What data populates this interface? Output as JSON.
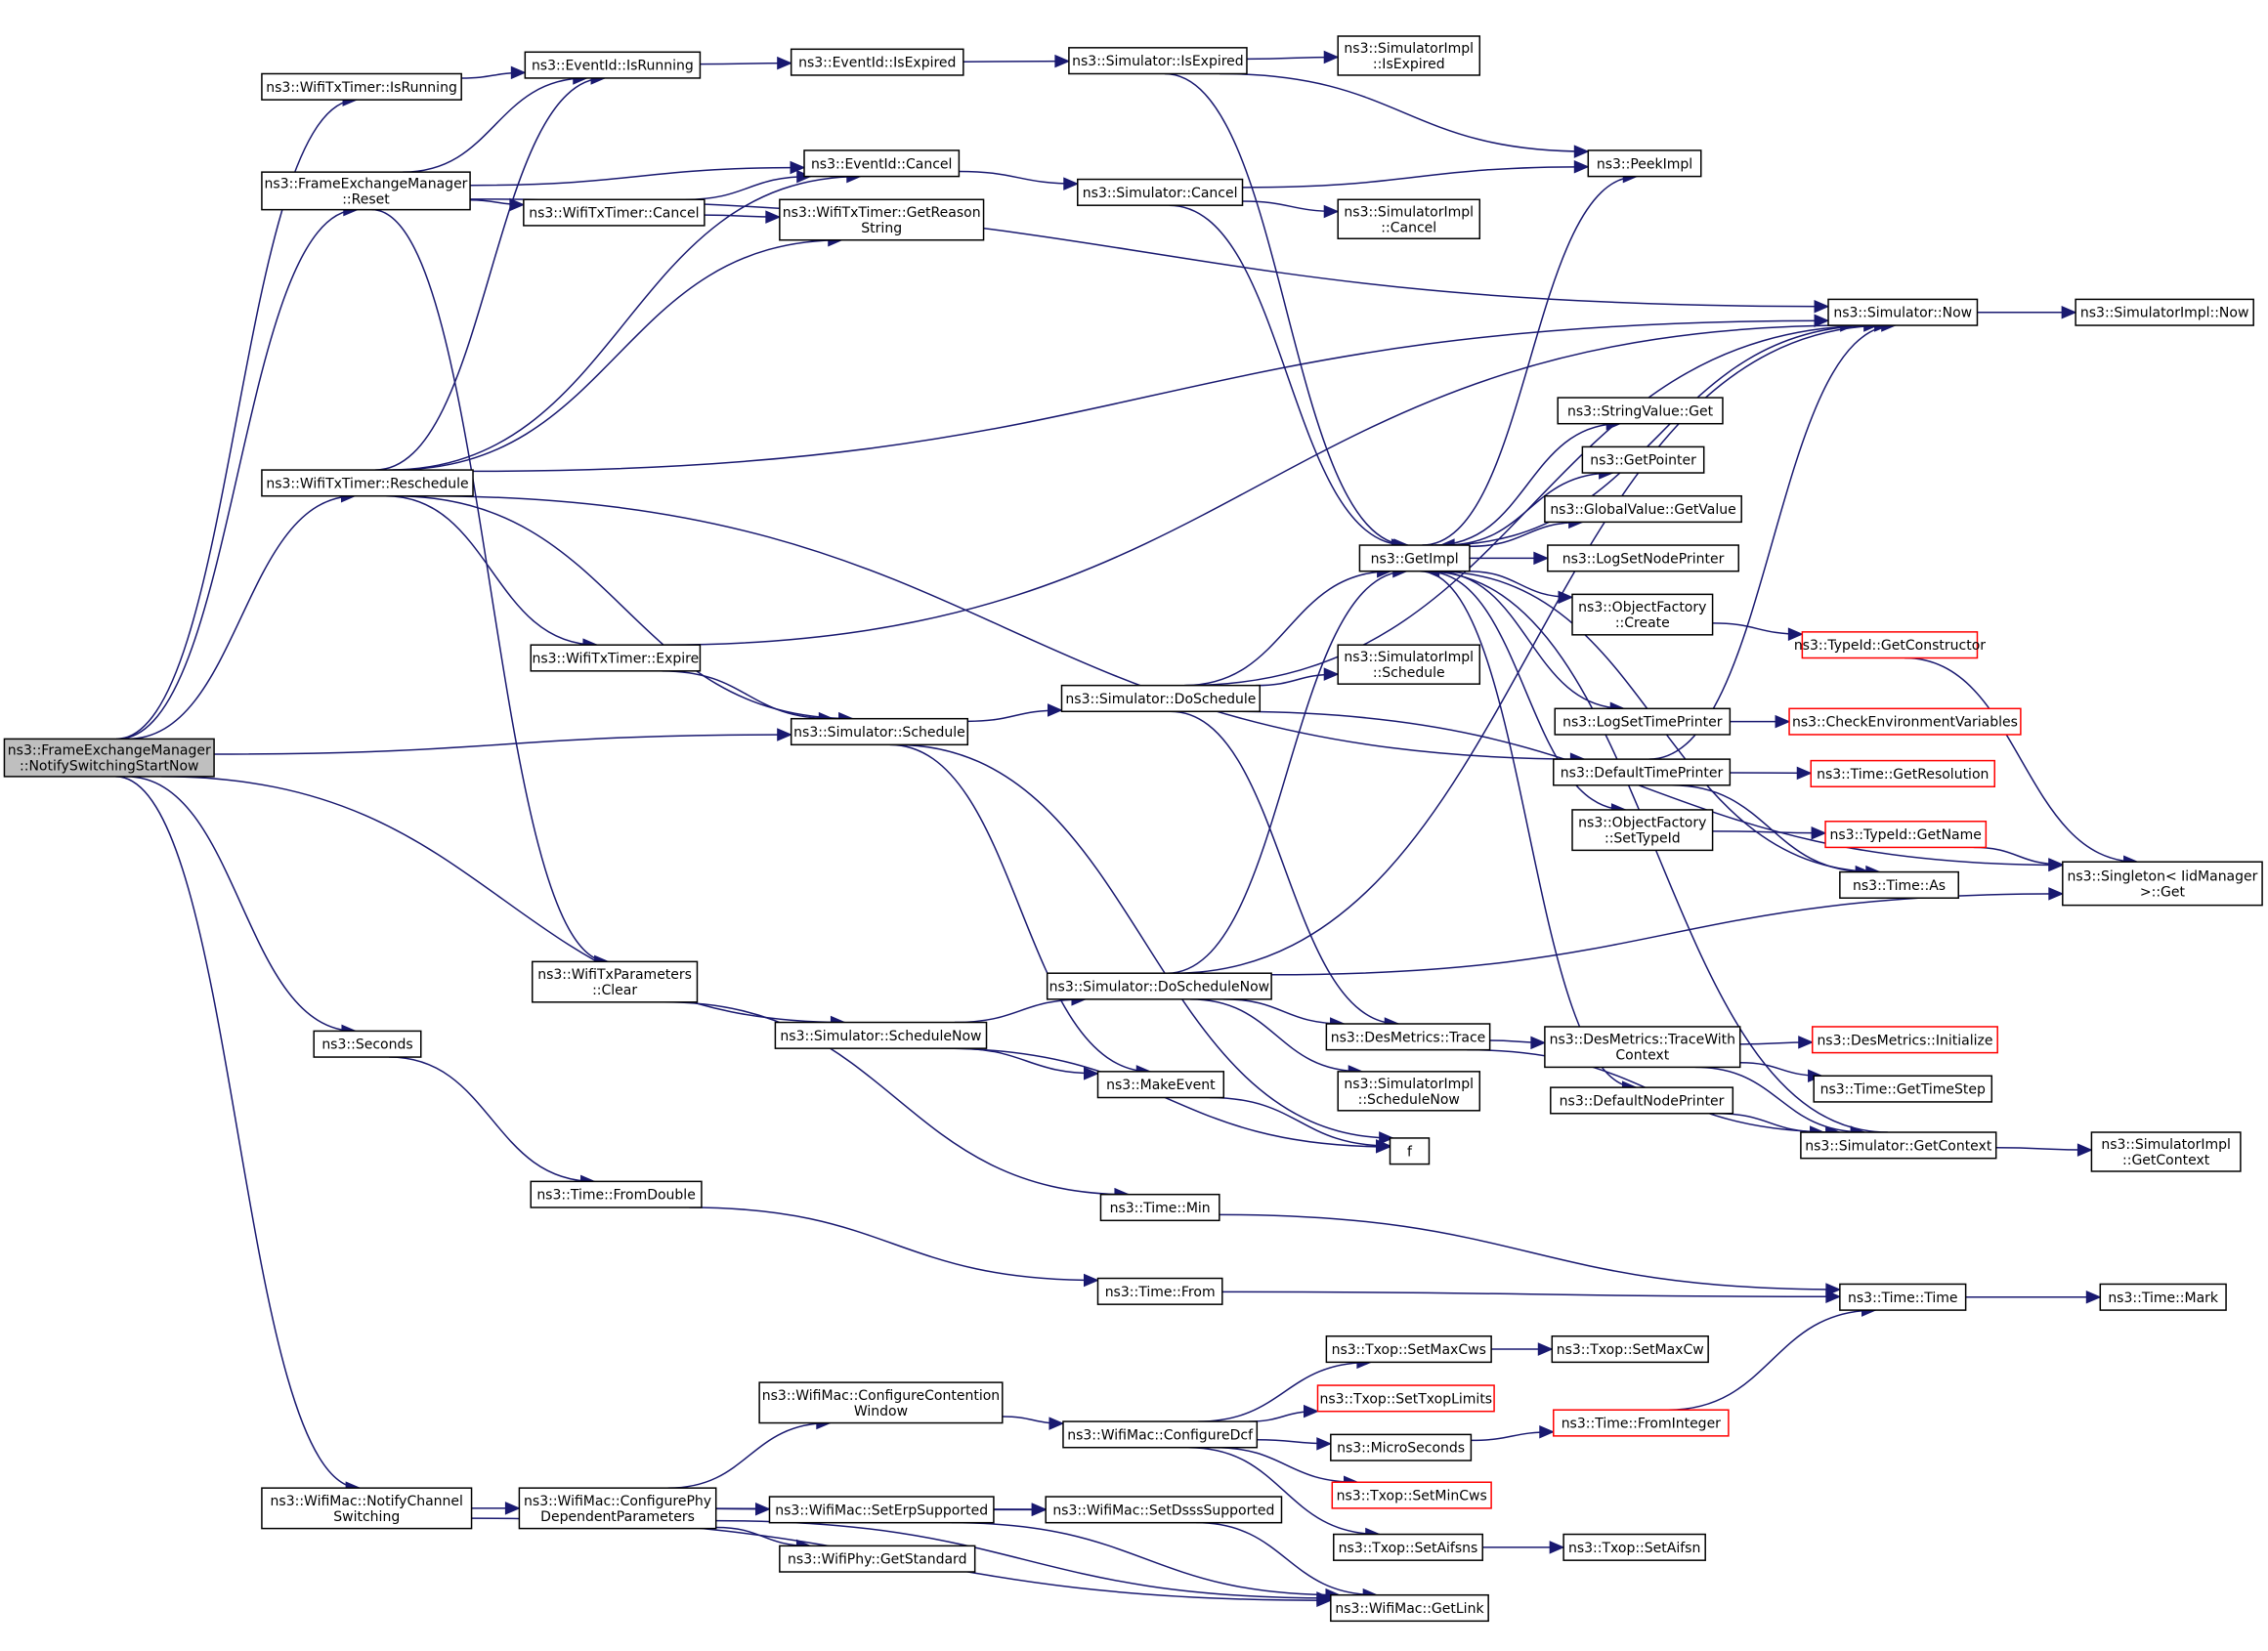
{
  "title": "Call graph of ns3::FrameExchangeManager::NotifySwitchingStartNow",
  "colors": {
    "edge": "#191970",
    "root_fill": "#bfbfbf",
    "truncated_border": "#ff0000",
    "node_border": "#000000"
  },
  "nodes": [
    {
      "id": "root",
      "lines": [
        "ns3::FrameExchangeManager",
        "::NotifySwitchingStartNow"
      ],
      "kind": "root"
    },
    {
      "id": "txIsRunning",
      "lines": [
        "ns3::WifiTxTimer::IsRunning"
      ]
    },
    {
      "id": "fxReset",
      "lines": [
        "ns3::FrameExchangeManager",
        "::Reset"
      ]
    },
    {
      "id": "evIsRunning",
      "lines": [
        "ns3::EventId::IsRunning"
      ]
    },
    {
      "id": "evIsExpired",
      "lines": [
        "ns3::EventId::IsExpired"
      ]
    },
    {
      "id": "simIsExpired",
      "lines": [
        "ns3::Simulator::IsExpired"
      ]
    },
    {
      "id": "implIsExpired",
      "lines": [
        "ns3::SimulatorImpl",
        "::IsExpired"
      ]
    },
    {
      "id": "evCancel",
      "lines": [
        "ns3::EventId::Cancel"
      ]
    },
    {
      "id": "txCancel",
      "lines": [
        "ns3::WifiTxTimer::Cancel"
      ]
    },
    {
      "id": "txReason",
      "lines": [
        "ns3::WifiTxTimer::GetReason",
        "String"
      ]
    },
    {
      "id": "simCancel",
      "lines": [
        "ns3::Simulator::Cancel"
      ]
    },
    {
      "id": "peekImpl",
      "lines": [
        "ns3::PeekImpl"
      ]
    },
    {
      "id": "implCancel",
      "lines": [
        "ns3::SimulatorImpl",
        "::Cancel"
      ]
    },
    {
      "id": "simNow",
      "lines": [
        "ns3::Simulator::Now"
      ]
    },
    {
      "id": "implNow",
      "lines": [
        "ns3::SimulatorImpl::Now"
      ]
    },
    {
      "id": "txReschedule",
      "lines": [
        "ns3::WifiTxTimer::Reschedule"
      ]
    },
    {
      "id": "strGet",
      "lines": [
        "ns3::StringValue::Get"
      ]
    },
    {
      "id": "getPointer",
      "lines": [
        "ns3::GetPointer"
      ]
    },
    {
      "id": "gvGetValue",
      "lines": [
        "ns3::GlobalValue::GetValue"
      ]
    },
    {
      "id": "getImpl",
      "lines": [
        "ns3::GetImpl"
      ]
    },
    {
      "id": "logNode",
      "lines": [
        "ns3::LogSetNodePrinter"
      ]
    },
    {
      "id": "ofCreate",
      "lines": [
        "ns3::ObjectFactory",
        "::Create"
      ]
    },
    {
      "id": "getCtor",
      "lines": [
        "ns3::TypeId::GetConstructor"
      ],
      "kind": "red"
    },
    {
      "id": "txExpire",
      "lines": [
        "ns3::WifiTxTimer::Expire"
      ]
    },
    {
      "id": "simDoSchedule",
      "lines": [
        "ns3::Simulator::DoSchedule"
      ]
    },
    {
      "id": "implSchedule",
      "lines": [
        "ns3::SimulatorImpl",
        "::Schedule"
      ]
    },
    {
      "id": "logTime",
      "lines": [
        "ns3::LogSetTimePrinter"
      ]
    },
    {
      "id": "checkEnv",
      "lines": [
        "ns3::CheckEnvironmentVariables"
      ],
      "kind": "red"
    },
    {
      "id": "simSchedule",
      "lines": [
        "ns3::Simulator::Schedule"
      ]
    },
    {
      "id": "defTime",
      "lines": [
        "ns3::DefaultTimePrinter"
      ]
    },
    {
      "id": "getRes",
      "lines": [
        "ns3::Time::GetResolution"
      ],
      "kind": "red"
    },
    {
      "id": "ofSetType",
      "lines": [
        "ns3::ObjectFactory",
        "::SetTypeId"
      ]
    },
    {
      "id": "getName",
      "lines": [
        "ns3::TypeId::GetName"
      ],
      "kind": "red"
    },
    {
      "id": "timeAs",
      "lines": [
        "ns3::Time::As"
      ]
    },
    {
      "id": "singleton",
      "lines": [
        "ns3::Singleton< IidManager",
        ">::Get"
      ]
    },
    {
      "id": "txParamsClear",
      "lines": [
        "ns3::WifiTxParameters",
        "::Clear"
      ]
    },
    {
      "id": "simDoScheduleNow",
      "lines": [
        "ns3::Simulator::DoScheduleNow"
      ]
    },
    {
      "id": "simScheduleNow",
      "lines": [
        "ns3::Simulator::ScheduleNow"
      ]
    },
    {
      "id": "desTrace",
      "lines": [
        "ns3::DesMetrics::Trace"
      ]
    },
    {
      "id": "desTraceCtx",
      "lines": [
        "ns3::DesMetrics::TraceWith",
        "Context"
      ]
    },
    {
      "id": "desInit",
      "lines": [
        "ns3::DesMetrics::Initialize"
      ],
      "kind": "red"
    },
    {
      "id": "seconds",
      "lines": [
        "ns3::Seconds"
      ]
    },
    {
      "id": "makeEvent",
      "lines": [
        "ns3::MakeEvent"
      ]
    },
    {
      "id": "implScheduleNow",
      "lines": [
        "ns3::SimulatorImpl",
        "::ScheduleNow"
      ]
    },
    {
      "id": "getTimeStep",
      "lines": [
        "ns3::Time::GetTimeStep"
      ]
    },
    {
      "id": "defNode",
      "lines": [
        "ns3::DefaultNodePrinter"
      ]
    },
    {
      "id": "f",
      "lines": [
        "f"
      ]
    },
    {
      "id": "simGetContext",
      "lines": [
        "ns3::Simulator::GetContext"
      ]
    },
    {
      "id": "implGetContext",
      "lines": [
        "ns3::SimulatorImpl",
        "::GetContext"
      ]
    },
    {
      "id": "fromDouble",
      "lines": [
        "ns3::Time::FromDouble"
      ]
    },
    {
      "id": "timeMin",
      "lines": [
        "ns3::Time::Min"
      ]
    },
    {
      "id": "timeFrom",
      "lines": [
        "ns3::Time::From"
      ]
    },
    {
      "id": "timeTime",
      "lines": [
        "ns3::Time::Time"
      ]
    },
    {
      "id": "timeMark",
      "lines": [
        "ns3::Time::Mark"
      ]
    },
    {
      "id": "setMaxCws",
      "lines": [
        "ns3::Txop::SetMaxCws"
      ]
    },
    {
      "id": "setMaxCw",
      "lines": [
        "ns3::Txop::SetMaxCw"
      ]
    },
    {
      "id": "cfgCW",
      "lines": [
        "ns3::WifiMac::ConfigureContention",
        "Window"
      ]
    },
    {
      "id": "setTxopLimits",
      "lines": [
        "ns3::Txop::SetTxopLimits"
      ],
      "kind": "red"
    },
    {
      "id": "cfgDcf",
      "lines": [
        "ns3::WifiMac::ConfigureDcf"
      ]
    },
    {
      "id": "microSeconds",
      "lines": [
        "ns3::MicroSeconds"
      ]
    },
    {
      "id": "fromInteger",
      "lines": [
        "ns3::Time::FromInteger"
      ],
      "kind": "red"
    },
    {
      "id": "setMinCws",
      "lines": [
        "ns3::Txop::SetMinCws"
      ],
      "kind": "red"
    },
    {
      "id": "notifyCh",
      "lines": [
        "ns3::WifiMac::NotifyChannel",
        "Switching"
      ]
    },
    {
      "id": "cfgPhy",
      "lines": [
        "ns3::WifiMac::ConfigurePhy",
        "DependentParameters"
      ]
    },
    {
      "id": "setErp",
      "lines": [
        "ns3::WifiMac::SetErpSupported"
      ]
    },
    {
      "id": "setDsss",
      "lines": [
        "ns3::WifiMac::SetDsssSupported"
      ]
    },
    {
      "id": "getStandard",
      "lines": [
        "ns3::WifiPhy::GetStandard"
      ]
    },
    {
      "id": "setAifsns",
      "lines": [
        "ns3::Txop::SetAifsns"
      ]
    },
    {
      "id": "setAifsn",
      "lines": [
        "ns3::Txop::SetAifsn"
      ]
    },
    {
      "id": "getLink",
      "lines": [
        "ns3::WifiMac::GetLink"
      ]
    }
  ],
  "edges": [
    [
      "root",
      "txIsRunning"
    ],
    [
      "root",
      "fxReset"
    ],
    [
      "root",
      "txReschedule"
    ],
    [
      "root",
      "simSchedule"
    ],
    [
      "root",
      "simScheduleNow"
    ],
    [
      "root",
      "seconds"
    ],
    [
      "root",
      "notifyCh"
    ],
    [
      "txIsRunning",
      "evIsRunning"
    ],
    [
      "fxReset",
      "evIsRunning"
    ],
    [
      "fxReset",
      "evCancel"
    ],
    [
      "fxReset",
      "txCancel"
    ],
    [
      "fxReset",
      "simNow"
    ],
    [
      "fxReset",
      "txParamsClear"
    ],
    [
      "evIsRunning",
      "evIsExpired"
    ],
    [
      "evIsExpired",
      "simIsExpired"
    ],
    [
      "simIsExpired",
      "implIsExpired"
    ],
    [
      "simIsExpired",
      "peekImpl"
    ],
    [
      "simIsExpired",
      "getImpl"
    ],
    [
      "txCancel",
      "evCancel"
    ],
    [
      "txCancel",
      "txReason"
    ],
    [
      "evCancel",
      "simCancel"
    ],
    [
      "simCancel",
      "peekImpl"
    ],
    [
      "simCancel",
      "implCancel"
    ],
    [
      "simCancel",
      "getImpl"
    ],
    [
      "simNow",
      "implNow"
    ],
    [
      "simNow",
      "getImpl"
    ],
    [
      "txReschedule",
      "evIsRunning"
    ],
    [
      "txReschedule",
      "evCancel"
    ],
    [
      "txReschedule",
      "txReason"
    ],
    [
      "txReschedule",
      "simNow"
    ],
    [
      "txReschedule",
      "txExpire"
    ],
    [
      "txReschedule",
      "simSchedule"
    ],
    [
      "txReschedule",
      "defTime"
    ],
    [
      "txExpire",
      "simNow"
    ],
    [
      "txExpire",
      "simSchedule"
    ],
    [
      "getImpl",
      "peekImpl"
    ],
    [
      "getImpl",
      "strGet"
    ],
    [
      "getImpl",
      "getPointer"
    ],
    [
      "getImpl",
      "gvGetValue"
    ],
    [
      "getImpl",
      "logNode"
    ],
    [
      "getImpl",
      "ofCreate"
    ],
    [
      "getImpl",
      "logTime"
    ],
    [
      "getImpl",
      "ofSetType"
    ],
    [
      "getImpl",
      "defNode"
    ],
    [
      "getImpl",
      "timeAs"
    ],
    [
      "ofCreate",
      "getCtor"
    ],
    [
      "getCtor",
      "singleton"
    ],
    [
      "logTime",
      "checkEnv"
    ],
    [
      "defTime",
      "getRes"
    ],
    [
      "defTime",
      "simNow"
    ],
    [
      "defTime",
      "timeAs"
    ],
    [
      "ofSetType",
      "getName"
    ],
    [
      "getName",
      "singleton"
    ],
    [
      "simSchedule",
      "simDoSchedule"
    ],
    [
      "simSchedule",
      "makeEvent"
    ],
    [
      "simSchedule",
      "f"
    ],
    [
      "simDoSchedule",
      "getImpl"
    ],
    [
      "simDoSchedule",
      "simNow"
    ],
    [
      "simDoSchedule",
      "implSchedule"
    ],
    [
      "simDoSchedule",
      "desTrace"
    ],
    [
      "simDoSchedule",
      "singleton"
    ],
    [
      "simScheduleNow",
      "simDoScheduleNow"
    ],
    [
      "simScheduleNow",
      "makeEvent"
    ],
    [
      "simScheduleNow",
      "f"
    ],
    [
      "simDoScheduleNow",
      "getImpl"
    ],
    [
      "simDoScheduleNow",
      "simNow"
    ],
    [
      "simDoScheduleNow",
      "desTrace"
    ],
    [
      "simDoScheduleNow",
      "implScheduleNow"
    ],
    [
      "simDoScheduleNow",
      "singleton"
    ],
    [
      "desTrace",
      "desTraceCtx"
    ],
    [
      "desTrace",
      "simGetContext"
    ],
    [
      "desTraceCtx",
      "desInit"
    ],
    [
      "desTraceCtx",
      "getTimeStep"
    ],
    [
      "desTraceCtx",
      "simGetContext"
    ],
    [
      "defNode",
      "simGetContext"
    ],
    [
      "simGetContext",
      "implGetContext"
    ],
    [
      "simGetContext",
      "getImpl"
    ],
    [
      "makeEvent",
      "f"
    ],
    [
      "txParamsClear",
      "timeMin"
    ],
    [
      "seconds",
      "fromDouble"
    ],
    [
      "fromDouble",
      "timeFrom"
    ],
    [
      "timeFrom",
      "timeTime"
    ],
    [
      "timeMin",
      "timeTime"
    ],
    [
      "timeTime",
      "timeMark"
    ],
    [
      "notifyCh",
      "cfgPhy"
    ],
    [
      "notifyCh",
      "getLink"
    ],
    [
      "cfgPhy",
      "cfgCW"
    ],
    [
      "cfgPhy",
      "setErp"
    ],
    [
      "cfgPhy",
      "setDsss"
    ],
    [
      "cfgPhy",
      "getStandard"
    ],
    [
      "cfgPhy",
      "getLink"
    ],
    [
      "cfgCW",
      "cfgDcf"
    ],
    [
      "cfgDcf",
      "setMaxCws"
    ],
    [
      "cfgDcf",
      "setTxopLimits"
    ],
    [
      "cfgDcf",
      "microSeconds"
    ],
    [
      "cfgDcf",
      "setMinCws"
    ],
    [
      "cfgDcf",
      "setAifsns"
    ],
    [
      "setMaxCws",
      "setMaxCw"
    ],
    [
      "setAifsns",
      "setAifsn"
    ],
    [
      "microSeconds",
      "fromInteger"
    ],
    [
      "fromInteger",
      "timeTime"
    ],
    [
      "setErp",
      "setDsss"
    ],
    [
      "setErp",
      "getLink"
    ],
    [
      "setDsss",
      "getLink"
    ]
  ]
}
